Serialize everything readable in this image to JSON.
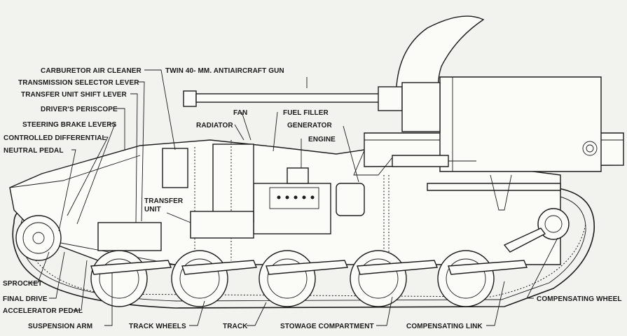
{
  "labels": {
    "carburetor_air_cleaner": "CARBURETOR AIR CLEANER",
    "transmission_selector_lever": "TRANSMISSION SELECTOR LEVER",
    "transfer_unit_shift_lever": "TRANSFER UNIT SHIFT LEVER",
    "drivers_periscope": "DRIVER'S PERISCOPE",
    "steering_brake_levers": "STEERING BRAKE LEVERS",
    "controlled_differential": "CONTROLLED DIFFERENTIAL",
    "neutral_pedal": "NEUTRAL PEDAL",
    "twin_40mm_gun": "TWIN 40- MM. ANTIAIRCRAFT GUN",
    "fan": "FAN",
    "radiator": "RADIATOR",
    "fuel_filler": "FUEL FILLER",
    "generator": "GENERATOR",
    "engine": "ENGINE",
    "transfer_unit_line1": "TRANSFER",
    "transfer_unit_line2": "UNIT",
    "sprocket": "SPROCKET",
    "final_drive": "FINAL DRIVE",
    "accelerator_pedal": "ACCELERATOR PEDAL",
    "suspension_arm": "SUSPENSION ARM",
    "track_wheels": "TRACK WHEELS",
    "track": "TRACK",
    "stowage_compartment": "STOWAGE COMPARTMENT",
    "compensating_link": "COMPENSATING LINK",
    "compensating_wheel": "COMPENSATING WHEEL"
  }
}
